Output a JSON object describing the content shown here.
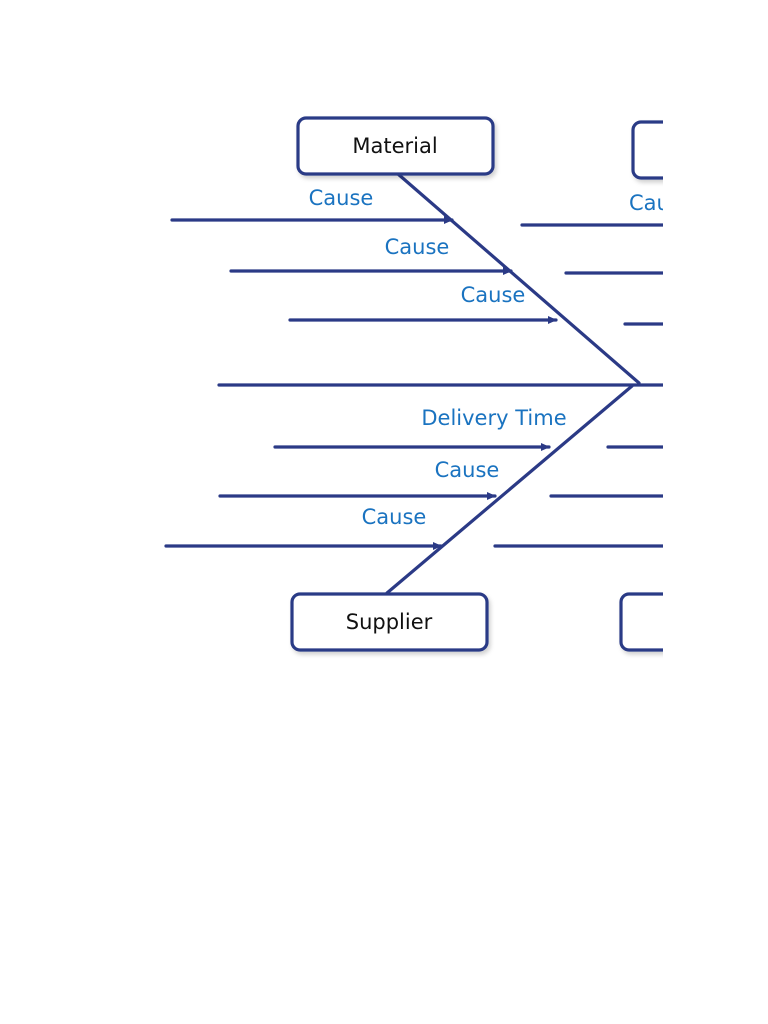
{
  "diagram": {
    "type": "fishbone",
    "colors": {
      "line": "#2b3a86",
      "cause_text": "#1a73c0",
      "category_text": "#111111"
    },
    "categories": {
      "top_left": "Material",
      "bottom_left": "Supplier",
      "top_right": "",
      "bottom_right": ""
    },
    "top_left_causes": [
      "Cause",
      "Cause",
      "Cause"
    ],
    "bottom_left_causes": [
      "Delivery Time",
      "Cause",
      "Cause"
    ],
    "top_right_causes": [
      "Cau"
    ]
  }
}
